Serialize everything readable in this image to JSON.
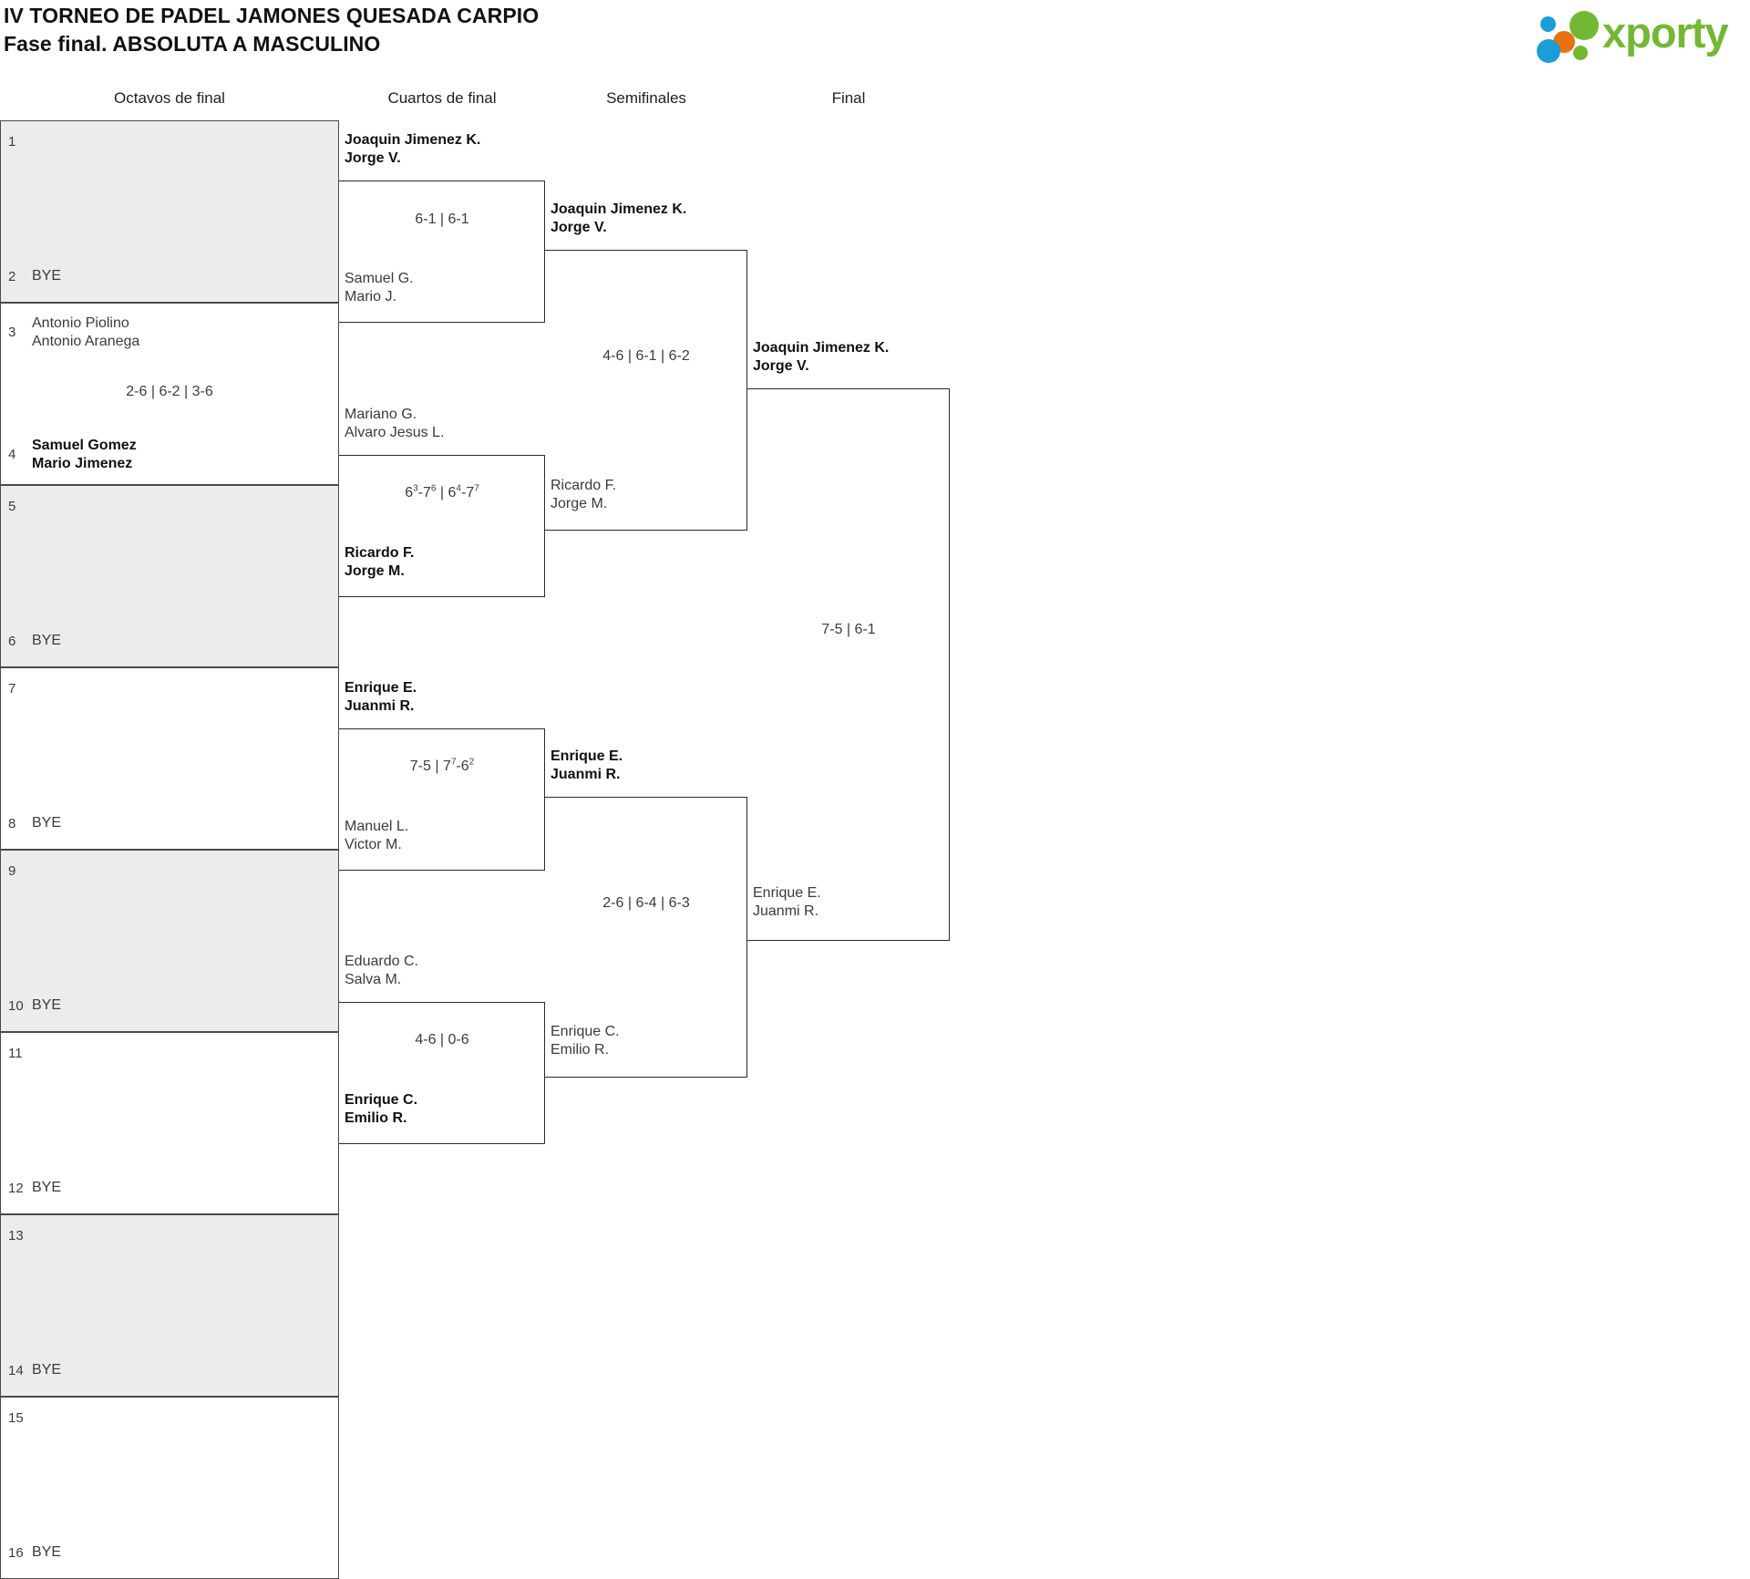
{
  "header": {
    "title_line1": "IV TORNEO DE PADEL JAMONES QUESADA CARPIO",
    "title_line2": "Fase final. ABSOLUTA A MASCULINO",
    "logo_text": "xporty",
    "logo_colors": {
      "green": "#73b833",
      "blue": "#1b9dd9",
      "orange": "#e8720c"
    }
  },
  "rounds": [
    {
      "label": "Octavos de final"
    },
    {
      "label": "Cuartos de final"
    },
    {
      "label": "Semifinales"
    },
    {
      "label": "Final"
    }
  ],
  "octavos": [
    {
      "shaded": true,
      "top": {
        "seed": "1",
        "names": [
          ""
        ],
        "winner": false
      },
      "bottom": {
        "seed": "2",
        "names": [
          "BYE"
        ],
        "winner": false
      },
      "score": ""
    },
    {
      "shaded": false,
      "top": {
        "seed": "3",
        "names": [
          "Antonio Piolino",
          "Antonio Aranega"
        ],
        "winner": false
      },
      "bottom": {
        "seed": "4",
        "names": [
          "Samuel Gomez",
          "Mario Jimenez"
        ],
        "winner": true
      },
      "score": "2-6 | 6-2 | 3-6"
    },
    {
      "shaded": true,
      "top": {
        "seed": "5",
        "names": [
          ""
        ],
        "winner": false
      },
      "bottom": {
        "seed": "6",
        "names": [
          "BYE"
        ],
        "winner": false
      },
      "score": ""
    },
    {
      "shaded": false,
      "top": {
        "seed": "7",
        "names": [
          ""
        ],
        "winner": false
      },
      "bottom": {
        "seed": "8",
        "names": [
          "BYE"
        ],
        "winner": false
      },
      "score": ""
    },
    {
      "shaded": true,
      "top": {
        "seed": "9",
        "names": [
          ""
        ],
        "winner": false
      },
      "bottom": {
        "seed": "10",
        "names": [
          "BYE"
        ],
        "winner": false
      },
      "score": ""
    },
    {
      "shaded": false,
      "top": {
        "seed": "11",
        "names": [
          ""
        ],
        "winner": false
      },
      "bottom": {
        "seed": "12",
        "names": [
          "BYE"
        ],
        "winner": false
      },
      "score": ""
    },
    {
      "shaded": true,
      "top": {
        "seed": "13",
        "names": [
          ""
        ],
        "winner": false
      },
      "bottom": {
        "seed": "14",
        "names": [
          "BYE"
        ],
        "winner": false
      },
      "score": ""
    },
    {
      "shaded": false,
      "top": {
        "seed": "15",
        "names": [
          ""
        ],
        "winner": false
      },
      "bottom": {
        "seed": "16",
        "names": [
          "BYE"
        ],
        "winner": false
      },
      "score": ""
    }
  ],
  "cuartos": [
    {
      "top": {
        "names": [
          "Joaquin Jimenez K.",
          "Jorge V."
        ],
        "winner": true
      },
      "bottom": {
        "names": [
          "Samuel G.",
          "Mario J."
        ],
        "winner": false
      },
      "score_html": "6-1 | 6-1"
    },
    {
      "top": {
        "names": [
          "Mariano G.",
          "Alvaro Jesus L."
        ],
        "winner": false
      },
      "bottom": {
        "names": [
          "Ricardo F.",
          "Jorge M."
        ],
        "winner": true
      },
      "score_html": "6<sup>3</sup>-7<sup>6</sup> | 6<sup>4</sup>-7<sup>7</sup>"
    },
    {
      "top": {
        "names": [
          "Enrique E.",
          "Juanmi R."
        ],
        "winner": true
      },
      "bottom": {
        "names": [
          "Manuel L.",
          "Victor M."
        ],
        "winner": false
      },
      "score_html": "7-5 | 7<sup>7</sup>-6<sup>2</sup>"
    },
    {
      "top": {
        "names": [
          "Eduardo C.",
          "Salva M."
        ],
        "winner": false
      },
      "bottom": {
        "names": [
          "Enrique C.",
          "Emilio R."
        ],
        "winner": true
      },
      "score_html": "4-6 | 0-6"
    }
  ],
  "semifinales": [
    {
      "top": {
        "names": [
          "Joaquin Jimenez K.",
          "Jorge V."
        ],
        "winner": true
      },
      "bottom": {
        "names": [
          "Ricardo F.",
          "Jorge M."
        ],
        "winner": false
      },
      "score_html": "4-6 | 6-1 | 6-2"
    },
    {
      "top": {
        "names": [
          "Enrique E.",
          "Juanmi R."
        ],
        "winner": true
      },
      "bottom": {
        "names": [
          "Enrique C.",
          "Emilio R."
        ],
        "winner": false
      },
      "score_html": "2-6 | 6-4 | 6-3"
    }
  ],
  "final": {
    "top": {
      "names": [
        "Joaquin Jimenez K.",
        "Jorge V."
      ],
      "winner": true
    },
    "bottom": {
      "names": [
        "Enrique E.",
        "Juanmi R."
      ],
      "winner": false
    },
    "score_html": "7-5 | 6-1"
  }
}
